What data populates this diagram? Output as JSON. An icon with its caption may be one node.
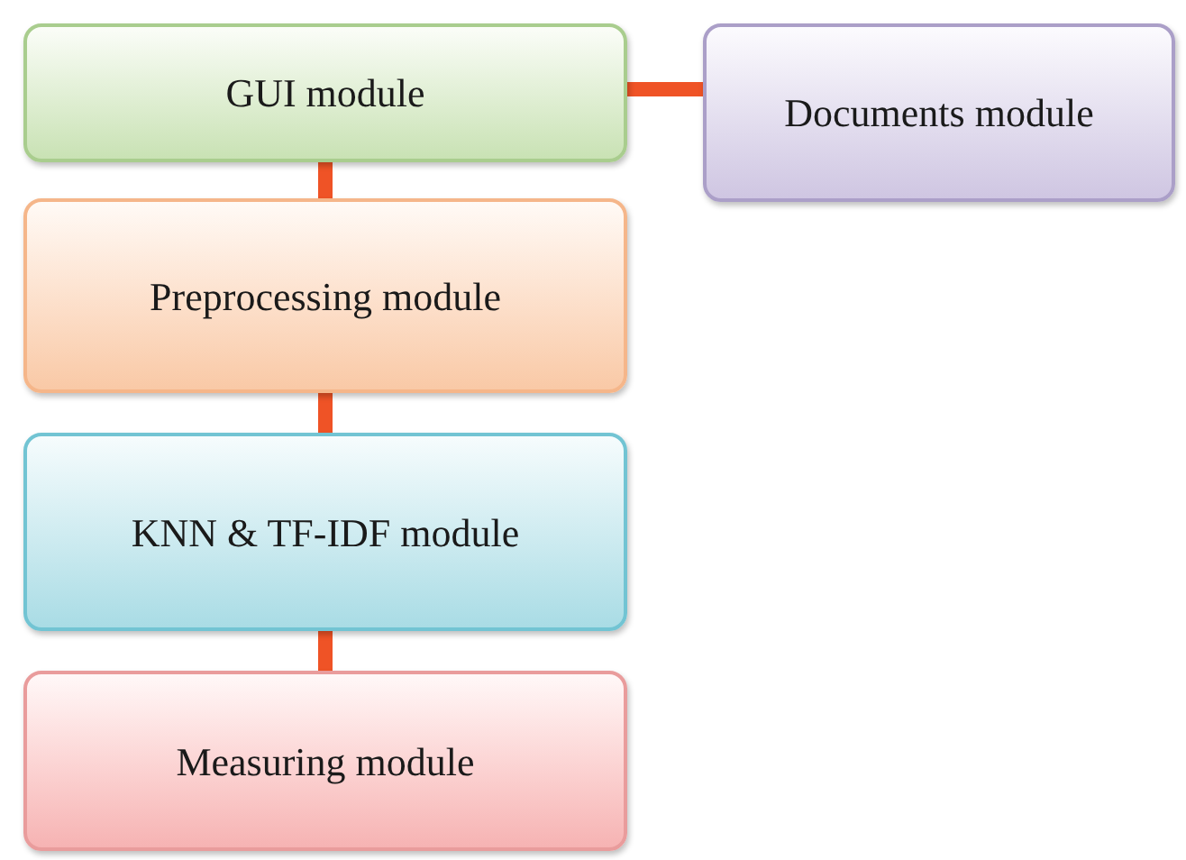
{
  "diagram": {
    "nodes": [
      {
        "text": [
          "GUI module"
        ]
      },
      {
        "text": [
          "Documents module"
        ]
      },
      {
        "text": [
          "Preprocessing module"
        ]
      },
      {
        "text": [
          "KNN & TF-IDF module"
        ]
      },
      {
        "text": [
          "Measuring module"
        ]
      }
    ],
    "edges": [
      {
        "from": 0,
        "to": 1,
        "arrow": "none"
      },
      {
        "from": 0,
        "to": 2,
        "arrow": "none"
      },
      {
        "from": 2,
        "to": 3,
        "arrow": "none"
      },
      {
        "from": 3,
        "to": 4,
        "arrow": "none"
      }
    ]
  }
}
